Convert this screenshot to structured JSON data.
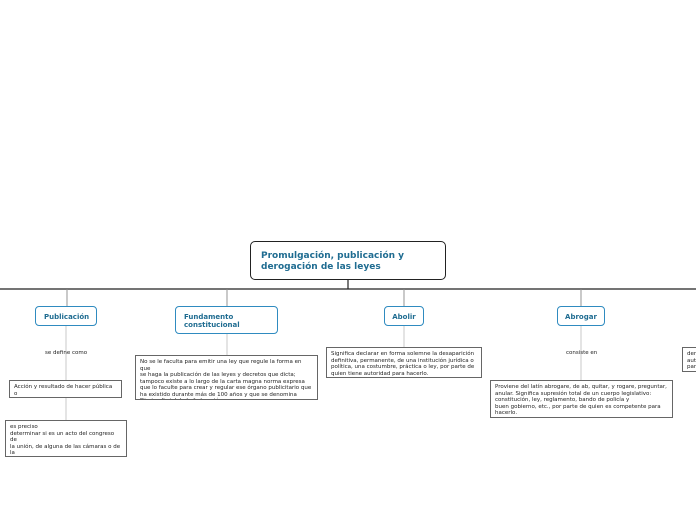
{
  "root": {
    "title": "Promulgación, publicación y\nderogación  de las leyes"
  },
  "topics": {
    "publicacion": "Publicación",
    "fundamento": "Fundamento\nconstitucional",
    "abolir": "Abolir",
    "abrogar": "Abrogar"
  },
  "labels": {
    "se_define_como": "se define como",
    "consiste_en": "consiste en"
  },
  "notes": {
    "publicacion_def": "Acción y resultado de hacer pública o\ndifundir una cosa",
    "publicacion_precision": "es preciso\ndeterminar si es un acto del congreso de\nla unión, de alguna de las cámaras o de\nla\ncomisión permanente.",
    "fundamento_text": "No se le faculta para emitir una ley que regule la forma en que\nse haga la publicación de las leyes y decretos que dicta;\ntampoco existe a lo largo de la carta magna norma expresa\nque lo faculte para crear y regular ese órgano publicitario que\nha existido durante más de 100 años y que se denomina\nDiario ofi cial de la federación.",
    "abolir_text": "Significa declarar en forma solemne la desaparición\ndefinitiva, permanente, de una institución jurídica o\npolítica, una costumbre, práctica o ley, por parte de\nquien tiene autoridad para hacerlo.",
    "abrogar_text": "Proviene del latín abrogare, de ab, quitar, y rogare, preguntar,\nanular. Significa supresión total de un cuerpo legislativo:\nconstitución, ley, reglamento, bando de policía y\nbuen gobierno, etc., por parte de quien es competente para\nhacerlo.",
    "cutoff_text": "deri\nauto\npart"
  }
}
